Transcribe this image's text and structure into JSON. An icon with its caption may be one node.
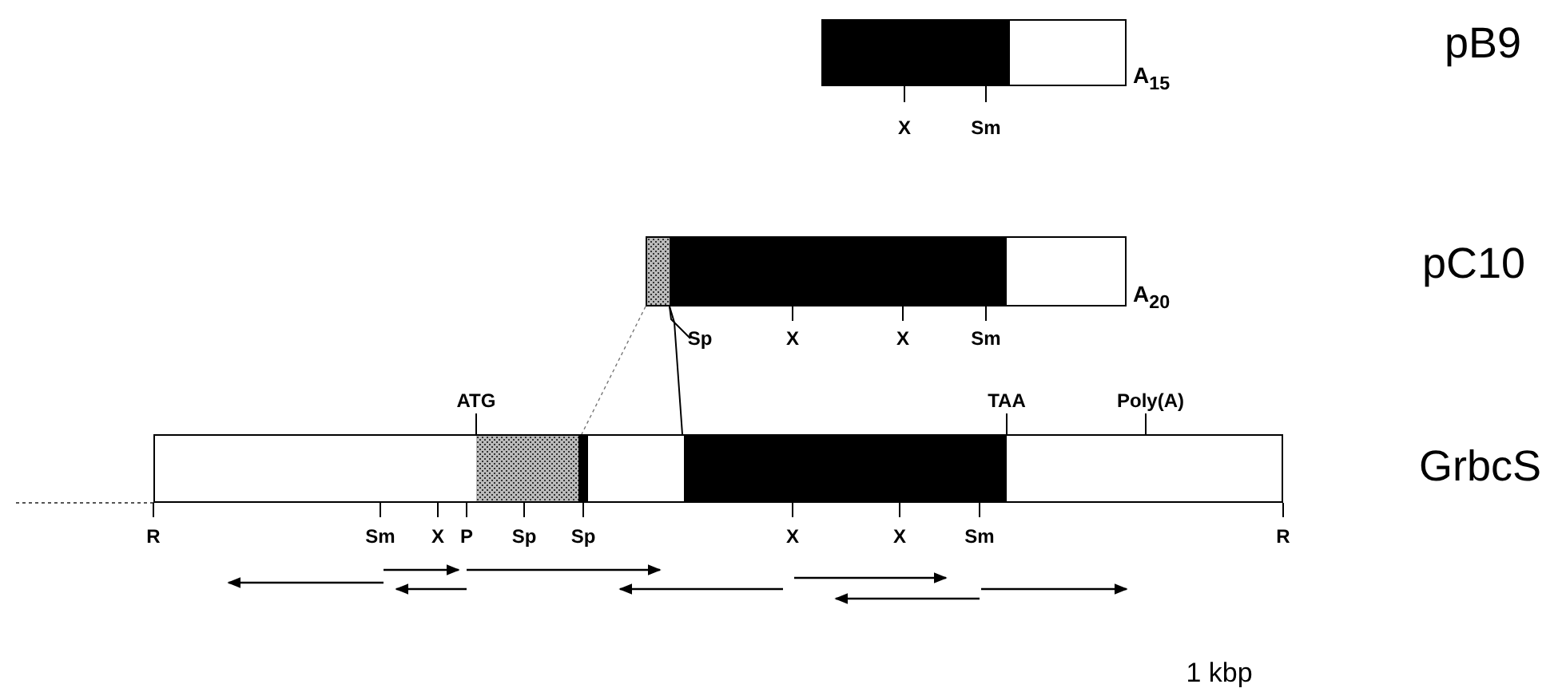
{
  "diagram": {
    "nodes": [
      {
        "text": [],
        "shape": "bar",
        "beside": [
          "A$_{15}$",
          "X",
          "Sm"
        ]
      },
      {
        "text": [],
        "shape": "bar",
        "beside": [
          "A$_{20}$",
          "Sp",
          "X",
          "X",
          "Sm"
        ]
      },
      {
        "text": [],
        "shape": "bar",
        "beside": [
          "ATG",
          "TAA",
          "Poly(A)",
          "R",
          "Sm",
          "X",
          "P",
          "Sp",
          "Sp",
          "X",
          "X",
          "Sm",
          "R"
        ]
      }
    ],
    "edges": [
      {
        "from": 1,
        "to": 2,
        "arrow": "none",
        "style": "dashed",
        "color": "#777777"
      },
      {
        "from": 1,
        "to": 2,
        "arrow": "none",
        "color": "#000000"
      }
    ],
    "labels": [
      "pB9",
      "pC10",
      "GrbcS",
      "1 kbp"
    ]
  }
}
